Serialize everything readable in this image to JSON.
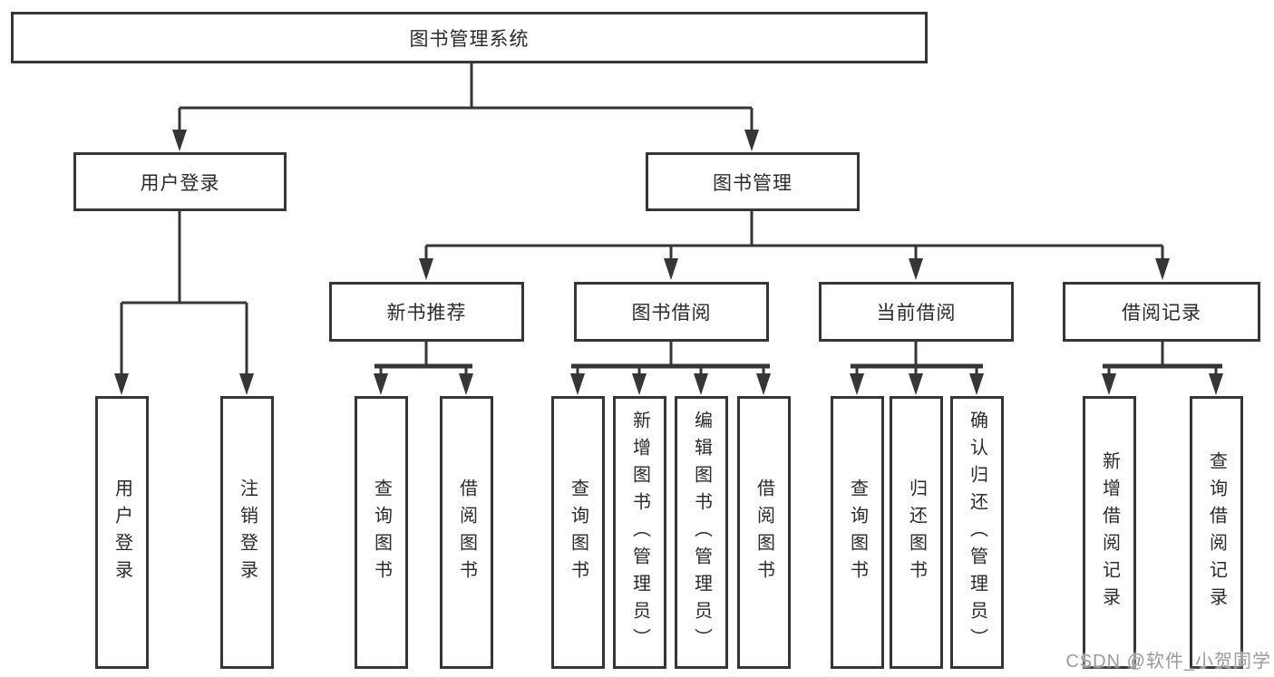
{
  "diagram": {
    "title": "图书管理系统",
    "branches": {
      "userLogin": {
        "label": "用户登录",
        "children": [
          {
            "label": "用户登录"
          },
          {
            "label": "注销登录"
          }
        ]
      },
      "bookMgmt": {
        "label": "图书管理",
        "children": [
          {
            "label": "新书推荐",
            "children": [
              {
                "label": "查询图书"
              },
              {
                "label": "借阅图书"
              }
            ]
          },
          {
            "label": "图书借阅",
            "children": [
              {
                "label": "查询图书"
              },
              {
                "label": "新增图书（管理员）"
              },
              {
                "label": "编辑图书（管理员）"
              },
              {
                "label": "借阅图书"
              }
            ]
          },
          {
            "label": "当前借阅",
            "children": [
              {
                "label": "查询图书"
              },
              {
                "label": "归还图书"
              },
              {
                "label": "确认归还（管理员）"
              }
            ]
          },
          {
            "label": "借阅记录",
            "children": [
              {
                "label": "新增借阅记录"
              },
              {
                "label": "查询借阅记录"
              }
            ]
          }
        ]
      }
    }
  },
  "watermark": {
    "text": "CSDN @软件_小贺同学",
    "color": "#9b9b9b"
  },
  "colors": {
    "line": "#363636",
    "text": "#2b2b2b",
    "background": "#ffffff"
  }
}
